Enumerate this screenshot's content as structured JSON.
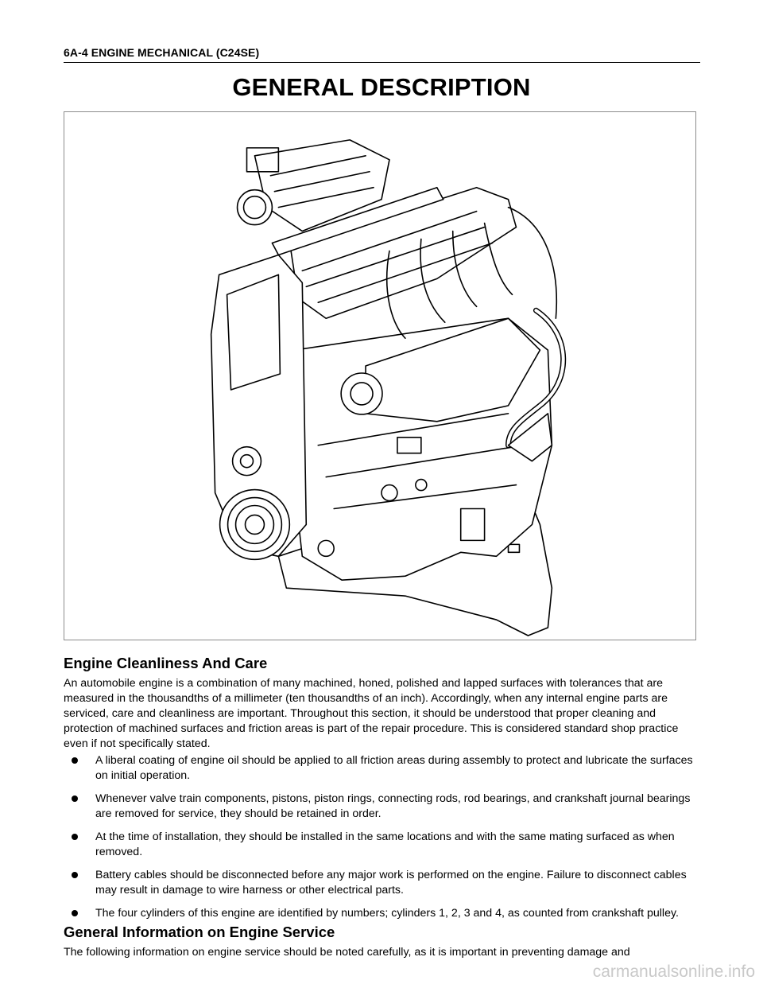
{
  "header": {
    "text": "6A-4 ENGINE MECHANICAL (C24SE)"
  },
  "title": "GENERAL DESCRIPTION",
  "figure": {
    "icon": "engine-illustration-icon"
  },
  "sections": [
    {
      "heading": "Engine Cleanliness And Care",
      "paragraph": "An automobile engine is a combination of many machined, honed, polished and lapped surfaces with tolerances that are measured in the thousandths of a millimeter (ten thousandths of an inch). Accordingly, when any internal engine parts are serviced, care and cleanliness are important. Throughout this section, it should be understood that proper cleaning and protection of machined surfaces and friction areas is part of the repair procedure. This is considered standard shop practice even if not specifically stated.",
      "bullets": [
        "A liberal coating of engine oil should be applied to all friction areas during assembly to protect and lubricate the surfaces on initial operation.",
        "Whenever valve train components, pistons, piston rings, connecting rods, rod bearings, and crankshaft journal bearings are removed for service, they should be retained in order.",
        "At the time of installation, they should be installed in the same locations and with the same mating surfaced as when removed.",
        "Battery cables should be disconnected before any major work is performed on the engine. Failure to disconnect cables may result in damage to wire harness or other electrical parts.",
        "The four cylinders of this engine are identified by numbers; cylinders 1, 2, 3 and 4, as counted from crankshaft pulley."
      ]
    },
    {
      "heading": "General Information on Engine Service",
      "paragraph": "The following information on engine service should be noted carefully, as it is important in preventing damage and"
    }
  ],
  "watermark": "carmanualsonline.info"
}
